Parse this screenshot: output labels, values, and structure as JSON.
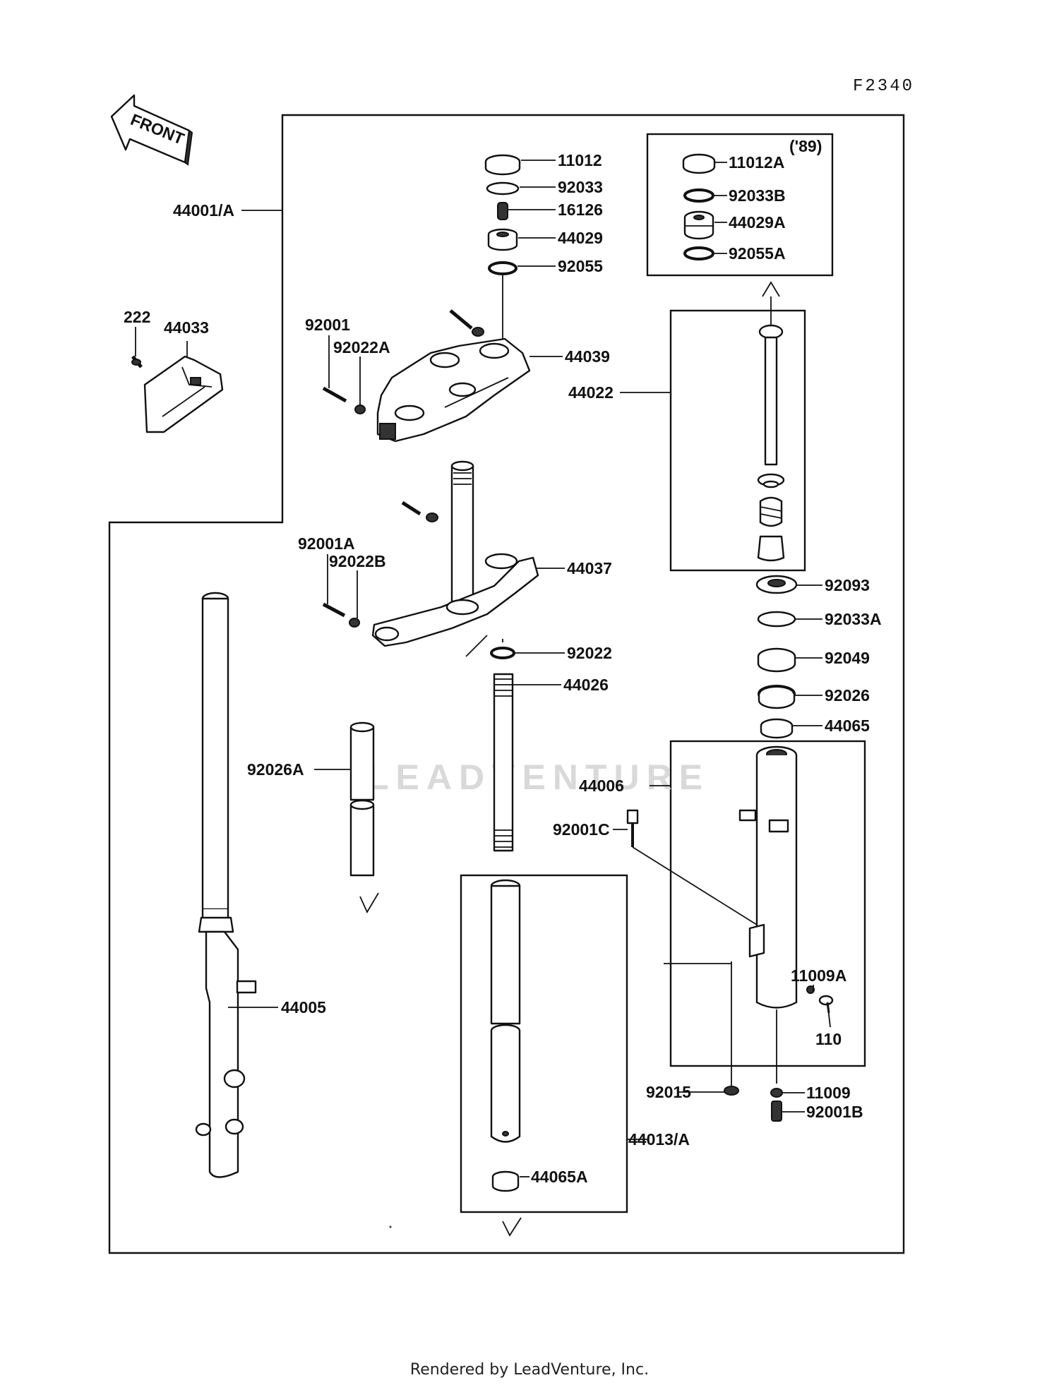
{
  "figure_code": "F2340",
  "front_arrow_text": "FRONT",
  "variant_note": "('89)",
  "watermark": "LEADVENTURE",
  "footer": "Rendered by LeadVenture, Inc.",
  "parts": {
    "p44001A": "44001/A",
    "p222": "222",
    "p44033": "44033",
    "p11012": "11012",
    "p92033": "92033",
    "p16126": "16126",
    "p44029": "44029",
    "p92055": "92055",
    "p11012A": "11012A",
    "p92033B": "92033B",
    "p44029A": "44029A",
    "p92055A": "92055A",
    "p92001": "92001",
    "p92022A": "92022A",
    "p44039": "44039",
    "p44022": "44022",
    "p92001A": "92001A",
    "p92022B": "92022B",
    "p44037": "44037",
    "p92093": "92093",
    "p92033A": "92033A",
    "p92022": "92022",
    "p92049": "92049",
    "p44026": "44026",
    "p92026": "92026",
    "p44065": "44065",
    "p92026A": "92026A",
    "p44006": "44006",
    "p92001C": "92001C",
    "p11009A": "11009A",
    "p110": "110",
    "p44005": "44005",
    "p92015": "92015",
    "p11009": "11009",
    "p92001B": "92001B",
    "p44013A": "44013/A",
    "p44065A": "44065A"
  }
}
